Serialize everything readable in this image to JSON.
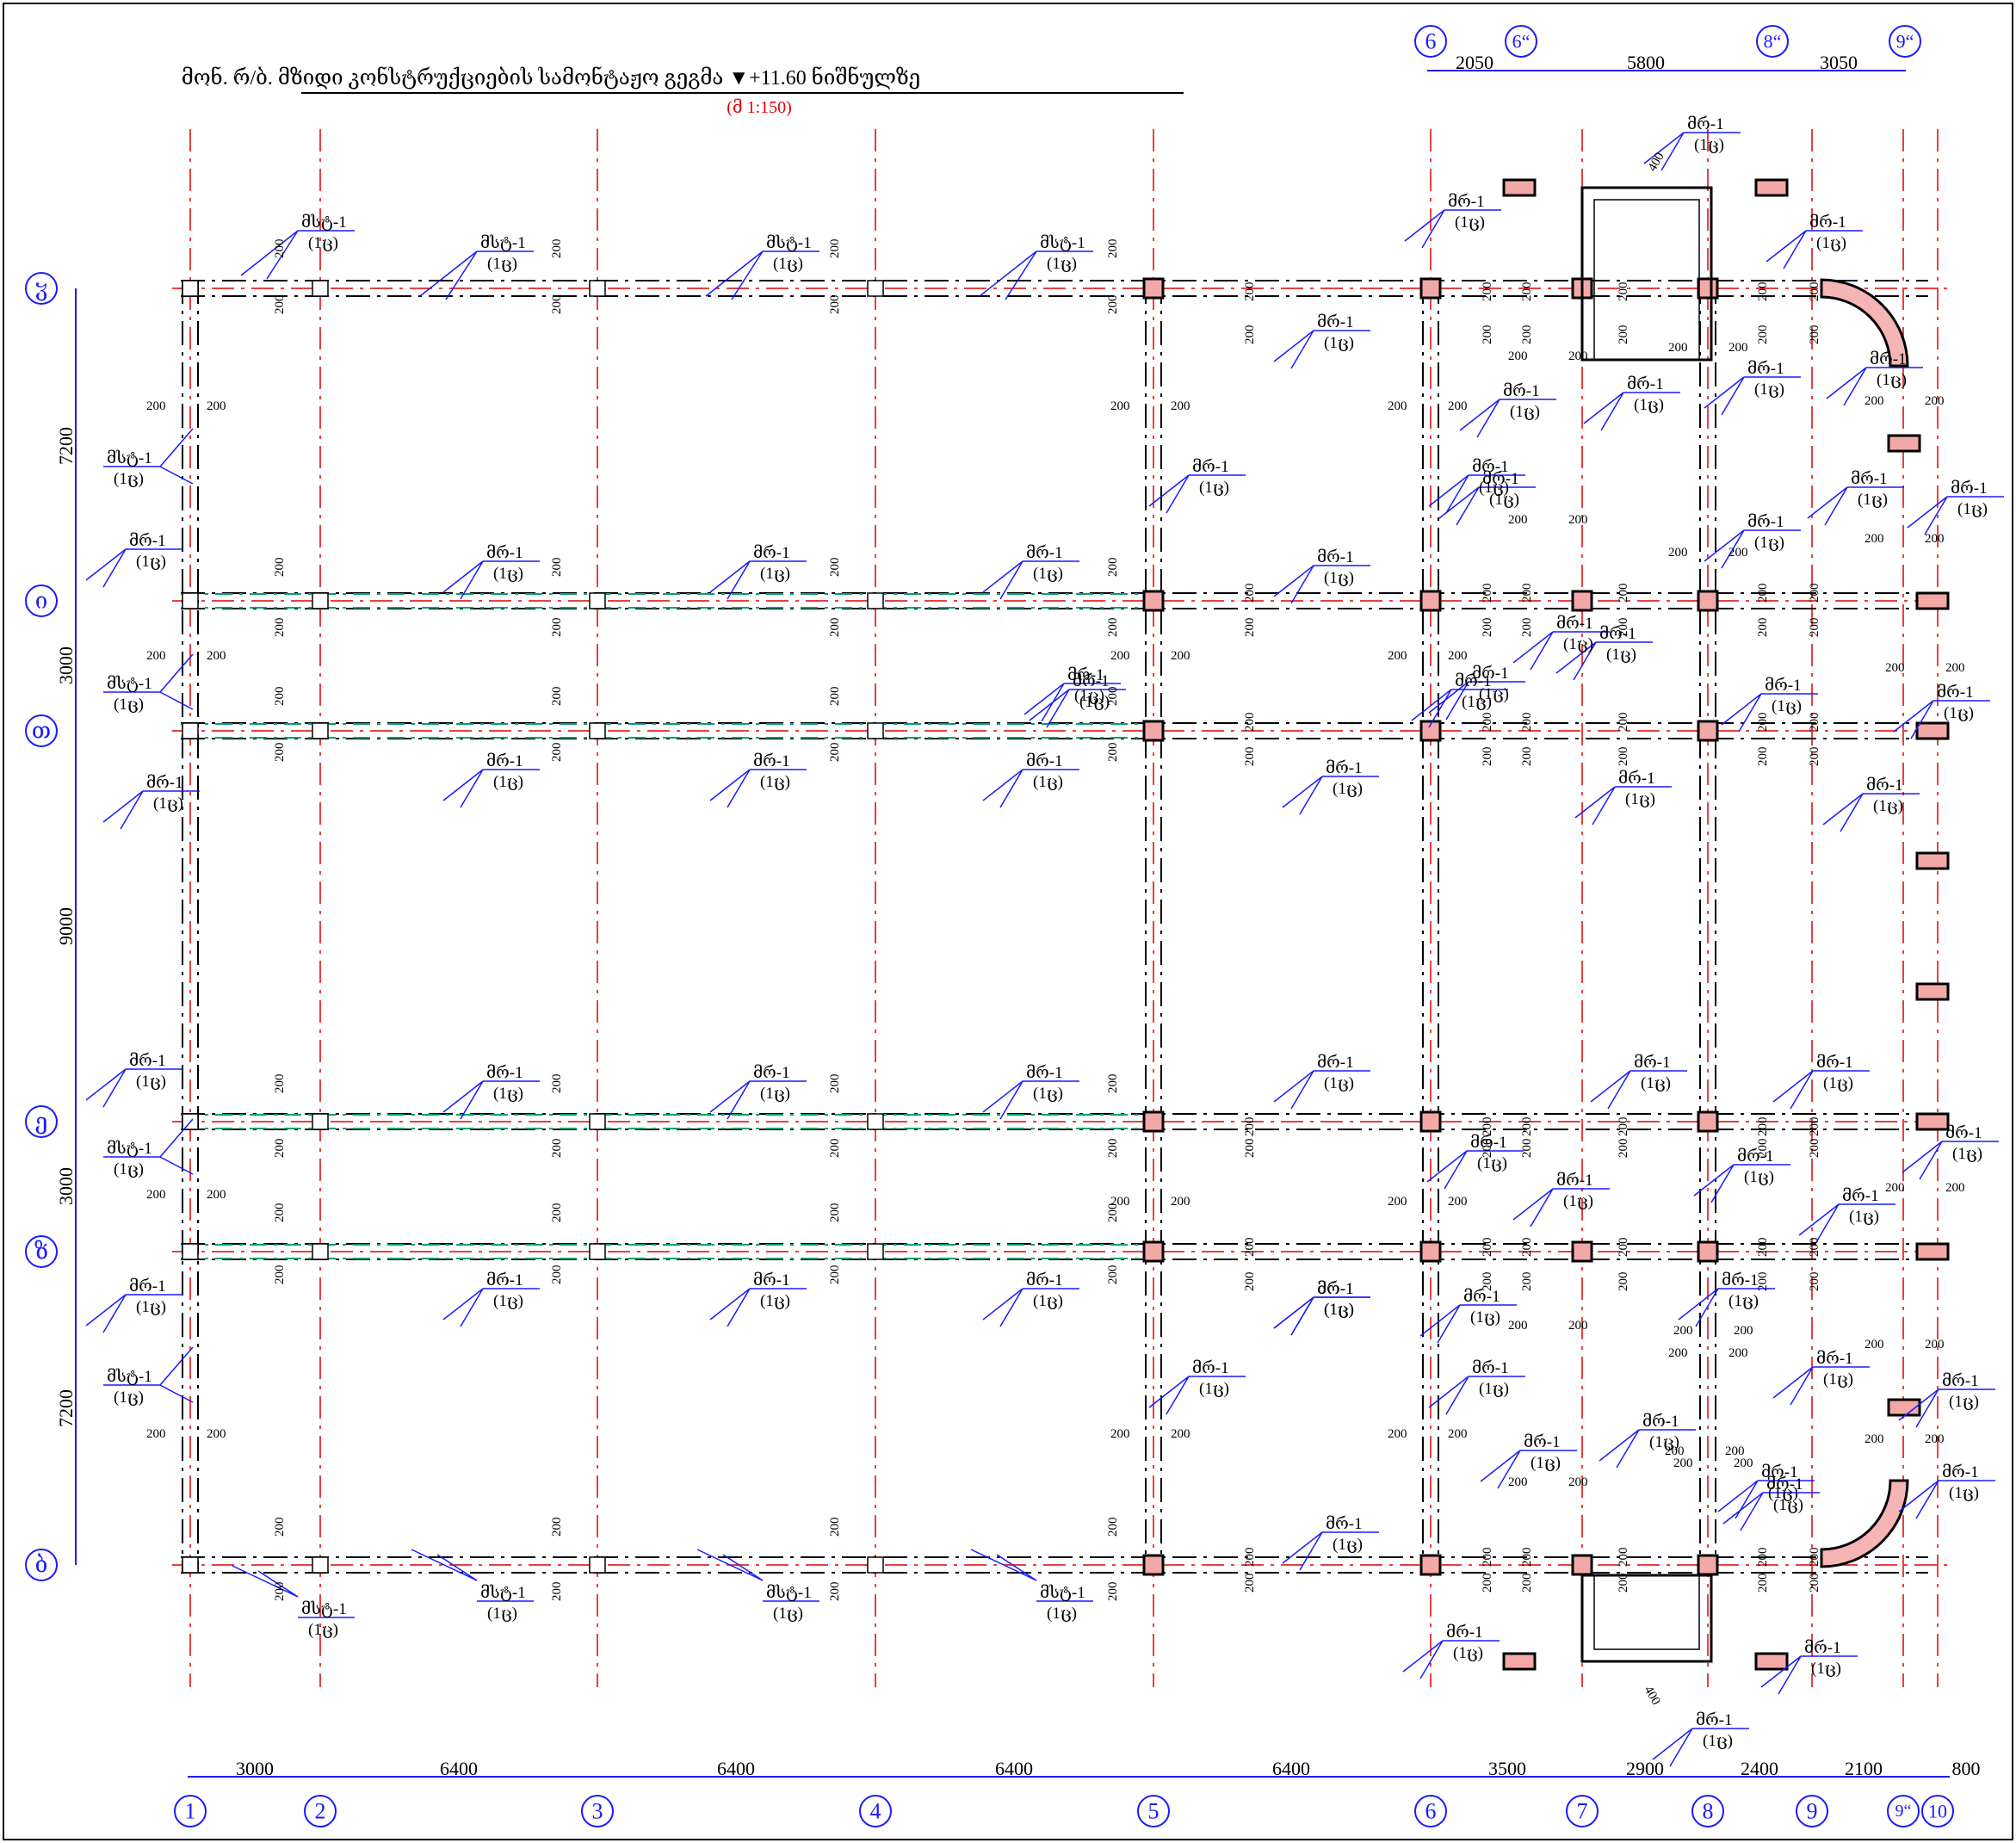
{
  "title": "მონ. რ/ბ. მზიდი კონსტრუქციების სამონტაჟო გეგმა ▼+11.60 ნიშნულზე",
  "scale": "(მ 1:150)",
  "top_axes": [
    "6",
    "6“",
    "8“",
    "9“"
  ],
  "top_dims": [
    "2050",
    "5800",
    "3050"
  ],
  "bottom_axes": [
    "1",
    "2",
    "3",
    "4",
    "5",
    "6",
    "7",
    "8",
    "9",
    "9“",
    "10"
  ],
  "bottom_dims": [
    "3000",
    "6400",
    "6400",
    "6400",
    "6400",
    "3500",
    "2900",
    "2400",
    "2100",
    "800"
  ],
  "left_axes": [
    "ჳ",
    "ი",
    "თ",
    "ე",
    "ზ",
    "ბ"
  ],
  "left_dims": [
    "7200",
    "3000",
    "9000",
    "3000",
    "7200"
  ],
  "element_tags": {
    "column": "მსტ-1",
    "beam": "მრ-1",
    "count": "(1ც)",
    "offset": "200",
    "offset_large": "400"
  }
}
